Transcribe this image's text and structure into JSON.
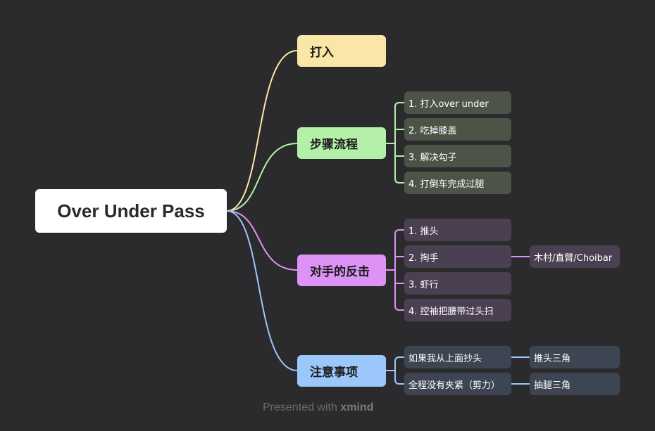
{
  "colors": {
    "background": "#2b2b2d",
    "branch_yellow": "#fae7a8",
    "branch_green": "#b5f0a8",
    "branch_purple": "#dd93f5",
    "branch_blue": "#9bc7fa"
  },
  "root": {
    "label": "Over Under Pass"
  },
  "branches": {
    "entry": {
      "label": "打入"
    },
    "steps": {
      "label": "步骤流程",
      "items": [
        "1. 打入over under",
        "2. 吃掉膝盖",
        "3. 解决勾子",
        "4. 打倒车完成过腿"
      ]
    },
    "counters": {
      "label": "对手的反击",
      "items": [
        "1. 推头",
        "2. 掏手",
        "3. 虾行",
        "4. 控袖把腰带过头扫"
      ],
      "detail": "木村/直臂/Choibar"
    },
    "notes": {
      "label": "注意事项",
      "items": [
        "如果我从上面抄头",
        "全程没有夹紧（剪力）"
      ],
      "details": [
        "推头三角",
        "抽腿三角"
      ]
    }
  },
  "footer": {
    "presented_with": "Presented with",
    "brand": "xmind"
  }
}
